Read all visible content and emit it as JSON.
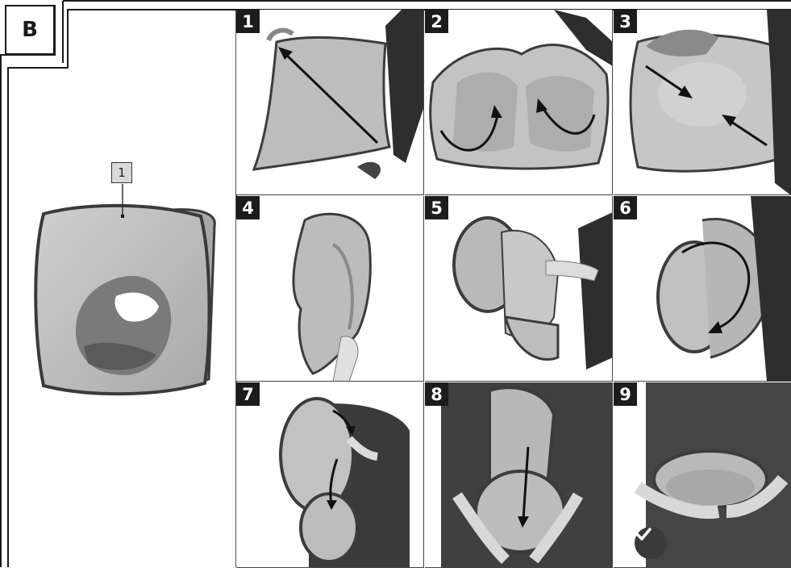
{
  "section": {
    "letter": "B"
  },
  "overview": {
    "callout_label": "1"
  },
  "steps": [
    {
      "number": "1"
    },
    {
      "number": "2"
    },
    {
      "number": "3"
    },
    {
      "number": "4"
    },
    {
      "number": "5"
    },
    {
      "number": "6"
    },
    {
      "number": "7"
    },
    {
      "number": "8"
    },
    {
      "number": "9"
    }
  ],
  "colors": {
    "step_badge": "#1c1c1c",
    "fabric": "#b4b4b4",
    "rim": "#3c3c3c",
    "arrow": "#111111",
    "check_badge": "#3a3a3a"
  }
}
